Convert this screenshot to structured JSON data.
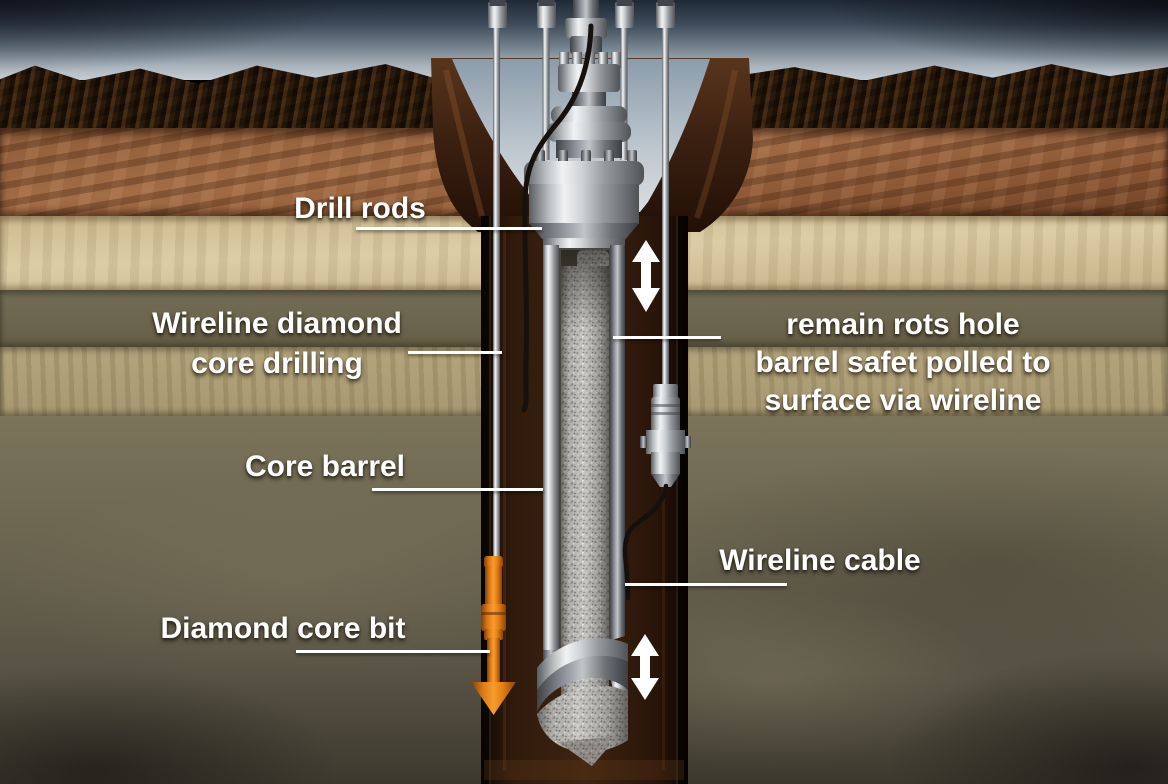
{
  "diagram": {
    "labels": {
      "drill_rods": "Drill rods",
      "wireline_drilling": "Wireline diamond\ncore drilling",
      "retrieval_note": "remain rots hole\nbarrel safet polled to\nsurface via wireline",
      "core_barrel": "Core barrel",
      "wireline_cable": "Wireline cable",
      "diamond_core_bit": "Diamond core bit"
    },
    "icons": {
      "up_down_arrow": "↕",
      "down_arrow": "↓"
    },
    "colors": {
      "label_text": "#ffffff",
      "leader_line": "#ffffff",
      "motion_arrow": "#ffffff",
      "bit_arrow_orange": "#ee8018",
      "metal_silver": "#c9ccce",
      "borehole_brown": "#331d0d",
      "sky_top": "#2a3342",
      "sky_horizon": "#c9d0d6",
      "strata_copper": "#9a6642",
      "strata_cream": "#d8c9a2",
      "strata_olive": "#6c6651",
      "strata_tan": "#b1a27a"
    }
  }
}
